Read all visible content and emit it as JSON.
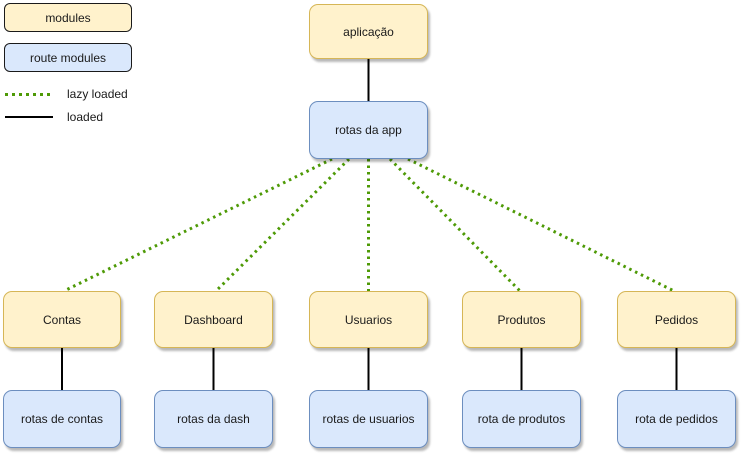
{
  "legend": {
    "modules_label": "modules",
    "route_modules_label": "route modules",
    "lazy_loaded_label": "lazy loaded",
    "loaded_label": "loaded"
  },
  "root": {
    "app_label": "aplicação",
    "app_routes_label": "rotas da app"
  },
  "columns": [
    {
      "module": "Contas",
      "routes": "rotas de contas"
    },
    {
      "module": "Dashboard",
      "routes": "rotas da dash"
    },
    {
      "module": "Usuarios",
      "routes": "rotas de usuarios"
    },
    {
      "module": "Produtos",
      "routes": "rota de produtos"
    },
    {
      "module": "Pedidos",
      "routes": "rota de pedidos"
    }
  ],
  "connections": [
    {
      "from": "aplicação",
      "to": "rotas da app",
      "type": "loaded"
    },
    {
      "from": "rotas da app",
      "to": "Contas",
      "type": "lazy loaded"
    },
    {
      "from": "rotas da app",
      "to": "Dashboard",
      "type": "lazy loaded"
    },
    {
      "from": "rotas da app",
      "to": "Usuarios",
      "type": "lazy loaded"
    },
    {
      "from": "rotas da app",
      "to": "Produtos",
      "type": "lazy loaded"
    },
    {
      "from": "rotas da app",
      "to": "Pedidos",
      "type": "lazy loaded"
    },
    {
      "from": "Contas",
      "to": "rotas de contas",
      "type": "loaded"
    },
    {
      "from": "Dashboard",
      "to": "rotas da dash",
      "type": "loaded"
    },
    {
      "from": "Usuarios",
      "to": "rotas de usuarios",
      "type": "loaded"
    },
    {
      "from": "Produtos",
      "to": "rota de produtos",
      "type": "loaded"
    },
    {
      "from": "Pedidos",
      "to": "rota de pedidos",
      "type": "loaded"
    }
  ],
  "colors": {
    "module_fill": "#fff2cc",
    "module_stroke": "#d6b656",
    "route_fill": "#dae8fc",
    "route_stroke": "#6c8ebf",
    "lazy_stroke": "#4e9a06",
    "loaded_stroke": "#000000"
  }
}
